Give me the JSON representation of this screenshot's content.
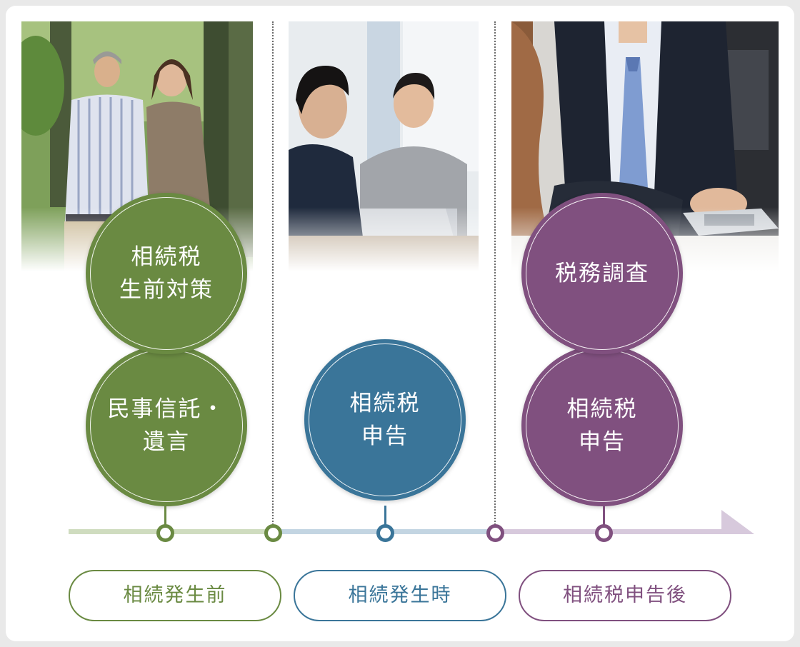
{
  "stages": [
    {
      "label": "相続発生前",
      "color": "#6a8a42",
      "photo": "older-couple-photo",
      "circles": [
        {
          "lines": [
            "相続税",
            "生前対策"
          ]
        },
        {
          "lines": [
            "民事信託・",
            "遺言"
          ]
        }
      ]
    },
    {
      "label": "相続発生時",
      "color": "#3a7599",
      "photo": "consultation-meeting-photo",
      "circles": [
        {
          "lines": [
            "相続税",
            "申告"
          ]
        }
      ]
    },
    {
      "label": "相続税申告後",
      "color": "#80507f",
      "photo": "tax-audit-businessman-photo",
      "circles": [
        {
          "lines": [
            "税務調査"
          ]
        },
        {
          "lines": [
            "相続税",
            "申告"
          ]
        }
      ]
    }
  ]
}
